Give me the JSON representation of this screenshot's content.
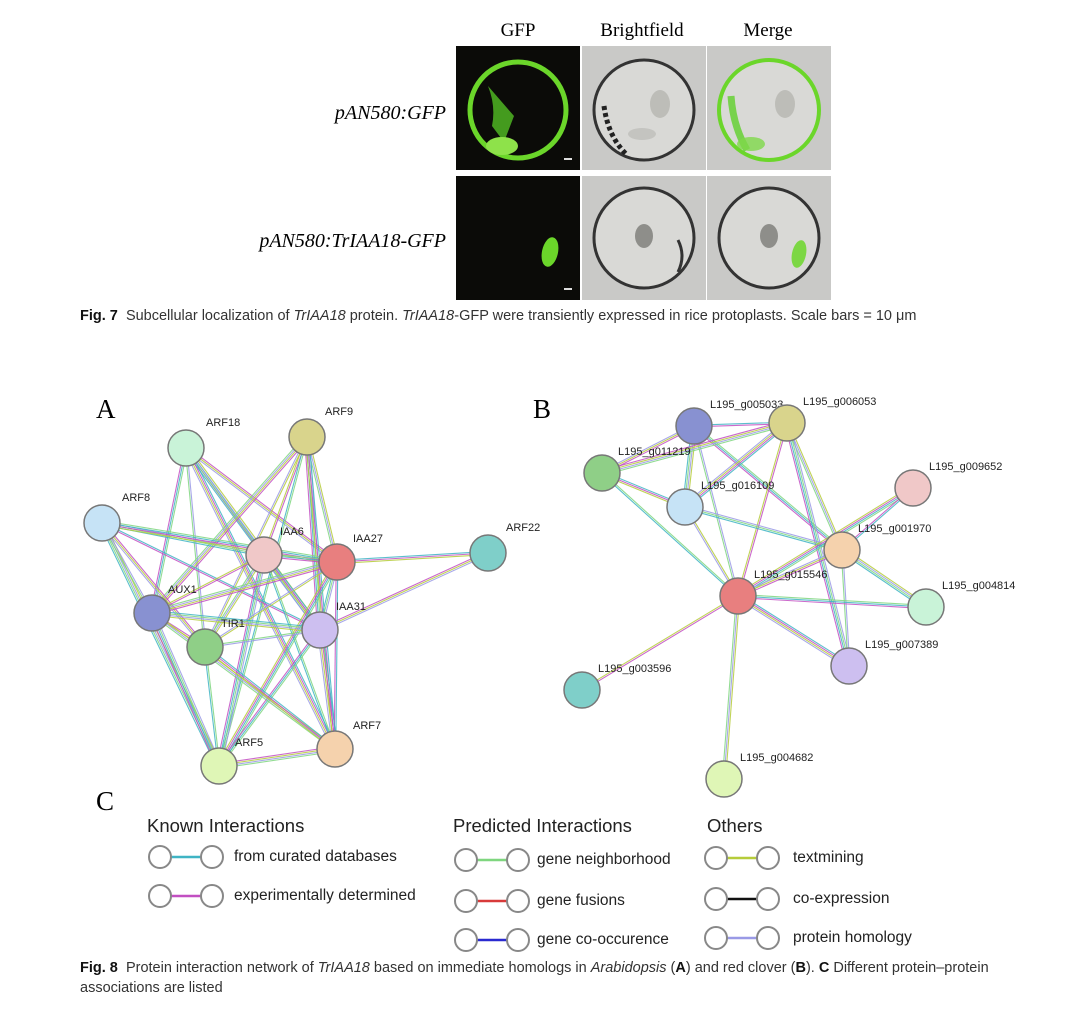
{
  "fig7": {
    "columns": [
      "GFP",
      "Brightfield",
      "Merge"
    ],
    "rows": [
      "pAN580:GFP",
      "pAN580:TrIAA18-GFP"
    ],
    "caption": {
      "label": "Fig. 7",
      "text_1": "Subcellular localization of ",
      "gene_1": "TrIAA18",
      "text_2": " protein. ",
      "gene_2": "TrIAA18",
      "text_3": "-GFP were transiently expressed in rice protoplasts. Scale bars = 10 μm"
    },
    "colors": {
      "gfp": "#6bd62a",
      "background": "#0b0b08",
      "brightfield": "#c9c9c7"
    }
  },
  "fig8": {
    "panel_a": {
      "letter": "A",
      "nodes": [
        {
          "id": "ARF18",
          "label": "ARF18",
          "color": "#c9f3d8"
        },
        {
          "id": "ARF9",
          "label": "ARF9",
          "color": "#d9d48c"
        },
        {
          "id": "ARF8",
          "label": "ARF8",
          "color": "#c6e3f6"
        },
        {
          "id": "IAA6",
          "label": "IAA6",
          "color": "#f0c8c8"
        },
        {
          "id": "IAA27",
          "label": "IAA27",
          "color": "#e87f7f"
        },
        {
          "id": "ARF22",
          "label": "ARF22",
          "color": "#7fcfc9"
        },
        {
          "id": "AUX1",
          "label": "AUX1",
          "color": "#8891d1"
        },
        {
          "id": "TIR1",
          "label": "TIR1",
          "color": "#8fcf87"
        },
        {
          "id": "IAA31",
          "label": "IAA31",
          "color": "#cdbff0"
        },
        {
          "id": "ARF5",
          "label": "ARF5",
          "color": "#dff6b6"
        },
        {
          "id": "ARF7",
          "label": "ARF7",
          "color": "#f5d2ad"
        }
      ],
      "edges": [
        [
          "ARF18",
          "IAA6"
        ],
        [
          "ARF18",
          "IAA27"
        ],
        [
          "ARF18",
          "IAA31"
        ],
        [
          "ARF18",
          "TIR1"
        ],
        [
          "ARF18",
          "AUX1"
        ],
        [
          "ARF18",
          "ARF7"
        ],
        [
          "ARF9",
          "IAA6"
        ],
        [
          "ARF9",
          "IAA27"
        ],
        [
          "ARF9",
          "IAA31"
        ],
        [
          "ARF9",
          "ARF5"
        ],
        [
          "ARF9",
          "ARF7"
        ],
        [
          "ARF9",
          "AUX1"
        ],
        [
          "ARF9",
          "TIR1"
        ],
        [
          "ARF8",
          "IAA6"
        ],
        [
          "ARF8",
          "IAA27"
        ],
        [
          "ARF8",
          "IAA31"
        ],
        [
          "ARF8",
          "TIR1"
        ],
        [
          "ARF8",
          "ARF5"
        ],
        [
          "ARF8",
          "AUX1"
        ],
        [
          "IAA6",
          "IAA27"
        ],
        [
          "IAA6",
          "IAA31"
        ],
        [
          "IAA6",
          "AUX1"
        ],
        [
          "IAA6",
          "TIR1"
        ],
        [
          "IAA6",
          "ARF5"
        ],
        [
          "IAA6",
          "ARF7"
        ],
        [
          "IAA27",
          "ARF22"
        ],
        [
          "IAA27",
          "AUX1"
        ],
        [
          "IAA27",
          "TIR1"
        ],
        [
          "IAA27",
          "IAA31"
        ],
        [
          "IAA27",
          "ARF5"
        ],
        [
          "IAA27",
          "ARF7"
        ],
        [
          "IAA31",
          "ARF22"
        ],
        [
          "IAA31",
          "AUX1"
        ],
        [
          "IAA31",
          "TIR1"
        ],
        [
          "IAA31",
          "ARF5"
        ],
        [
          "IAA31",
          "ARF7"
        ],
        [
          "AUX1",
          "TIR1"
        ],
        [
          "AUX1",
          "ARF7"
        ],
        [
          "AUX1",
          "ARF5"
        ],
        [
          "TIR1",
          "ARF5"
        ],
        [
          "TIR1",
          "ARF7"
        ],
        [
          "ARF5",
          "ARF7"
        ]
      ]
    },
    "panel_b": {
      "letter": "B",
      "nodes": [
        {
          "id": "g005033",
          "label": "L195_g005033",
          "color": "#8891d1"
        },
        {
          "id": "g006053",
          "label": "L195_g006053",
          "color": "#d9d48c"
        },
        {
          "id": "g011219",
          "label": "L195_g011219",
          "color": "#8fcf87"
        },
        {
          "id": "g016109",
          "label": "L195_g016109",
          "color": "#c6e3f6"
        },
        {
          "id": "g009652",
          "label": "L195_g009652",
          "color": "#f0c8c8"
        },
        {
          "id": "g001970",
          "label": "L195_g001970",
          "color": "#f5d2ad"
        },
        {
          "id": "g015546",
          "label": "L195_g015546",
          "color": "#e87f7f"
        },
        {
          "id": "g004814",
          "label": "L195_g004814",
          "color": "#c9f3d8"
        },
        {
          "id": "g007389",
          "label": "L195_g007389",
          "color": "#cdbff0"
        },
        {
          "id": "g003596",
          "label": "L195_g003596",
          "color": "#7fcfc9"
        },
        {
          "id": "g004682",
          "label": "L195_g004682",
          "color": "#dff6b6"
        }
      ],
      "edges": [
        [
          "g005033",
          "g006053"
        ],
        [
          "g005033",
          "g011219"
        ],
        [
          "g005033",
          "g016109"
        ],
        [
          "g005033",
          "g015546"
        ],
        [
          "g005033",
          "g001970"
        ],
        [
          "g006053",
          "g016109"
        ],
        [
          "g006053",
          "g015546"
        ],
        [
          "g006053",
          "g001970"
        ],
        [
          "g006053",
          "g007389"
        ],
        [
          "g011219",
          "g015546"
        ],
        [
          "g011219",
          "g016109"
        ],
        [
          "g011219",
          "g006053"
        ],
        [
          "g016109",
          "g015546"
        ],
        [
          "g016109",
          "g001970"
        ],
        [
          "g009652",
          "g015546"
        ],
        [
          "g009652",
          "g001970"
        ],
        [
          "g001970",
          "g015546"
        ],
        [
          "g001970",
          "g004814"
        ],
        [
          "g001970",
          "g007389"
        ],
        [
          "g015546",
          "g004814"
        ],
        [
          "g015546",
          "g007389"
        ],
        [
          "g015546",
          "g003596"
        ],
        [
          "g015546",
          "g004682"
        ]
      ]
    },
    "panel_c": {
      "letter": "C",
      "groups": [
        {
          "title": "Known Interactions",
          "items": [
            {
              "label": "from curated databases",
              "color": "#3fb4c4"
            },
            {
              "label": "experimentally determined",
              "color": "#c24fc2"
            }
          ]
        },
        {
          "title": "Predicted Interactions",
          "items": [
            {
              "label": "gene neighborhood",
              "color": "#7fd67f"
            },
            {
              "label": "gene fusions",
              "color": "#d83a3a"
            },
            {
              "label": "gene co-occurence",
              "color": "#2a2ad0"
            }
          ]
        },
        {
          "title": "Others",
          "items": [
            {
              "label": "textmining",
              "color": "#b6cc3a"
            },
            {
              "label": "co-expression",
              "color": "#111111"
            },
            {
              "label": "protein homology",
              "color": "#9a9ae6"
            }
          ]
        }
      ]
    },
    "caption": {
      "label": "Fig. 8",
      "text_1": "Protein interaction network of ",
      "gene": "TrIAA18",
      "text_2": " based on immediate homologs in ",
      "species": "Arabidopsis",
      "text_3": " (",
      "ref_a": "A",
      "text_4": ") and red clover (",
      "ref_b": "B",
      "text_5": "). ",
      "ref_c": "C",
      "text_6": " Different protein–protein",
      "line_2": "associations are listed"
    }
  }
}
